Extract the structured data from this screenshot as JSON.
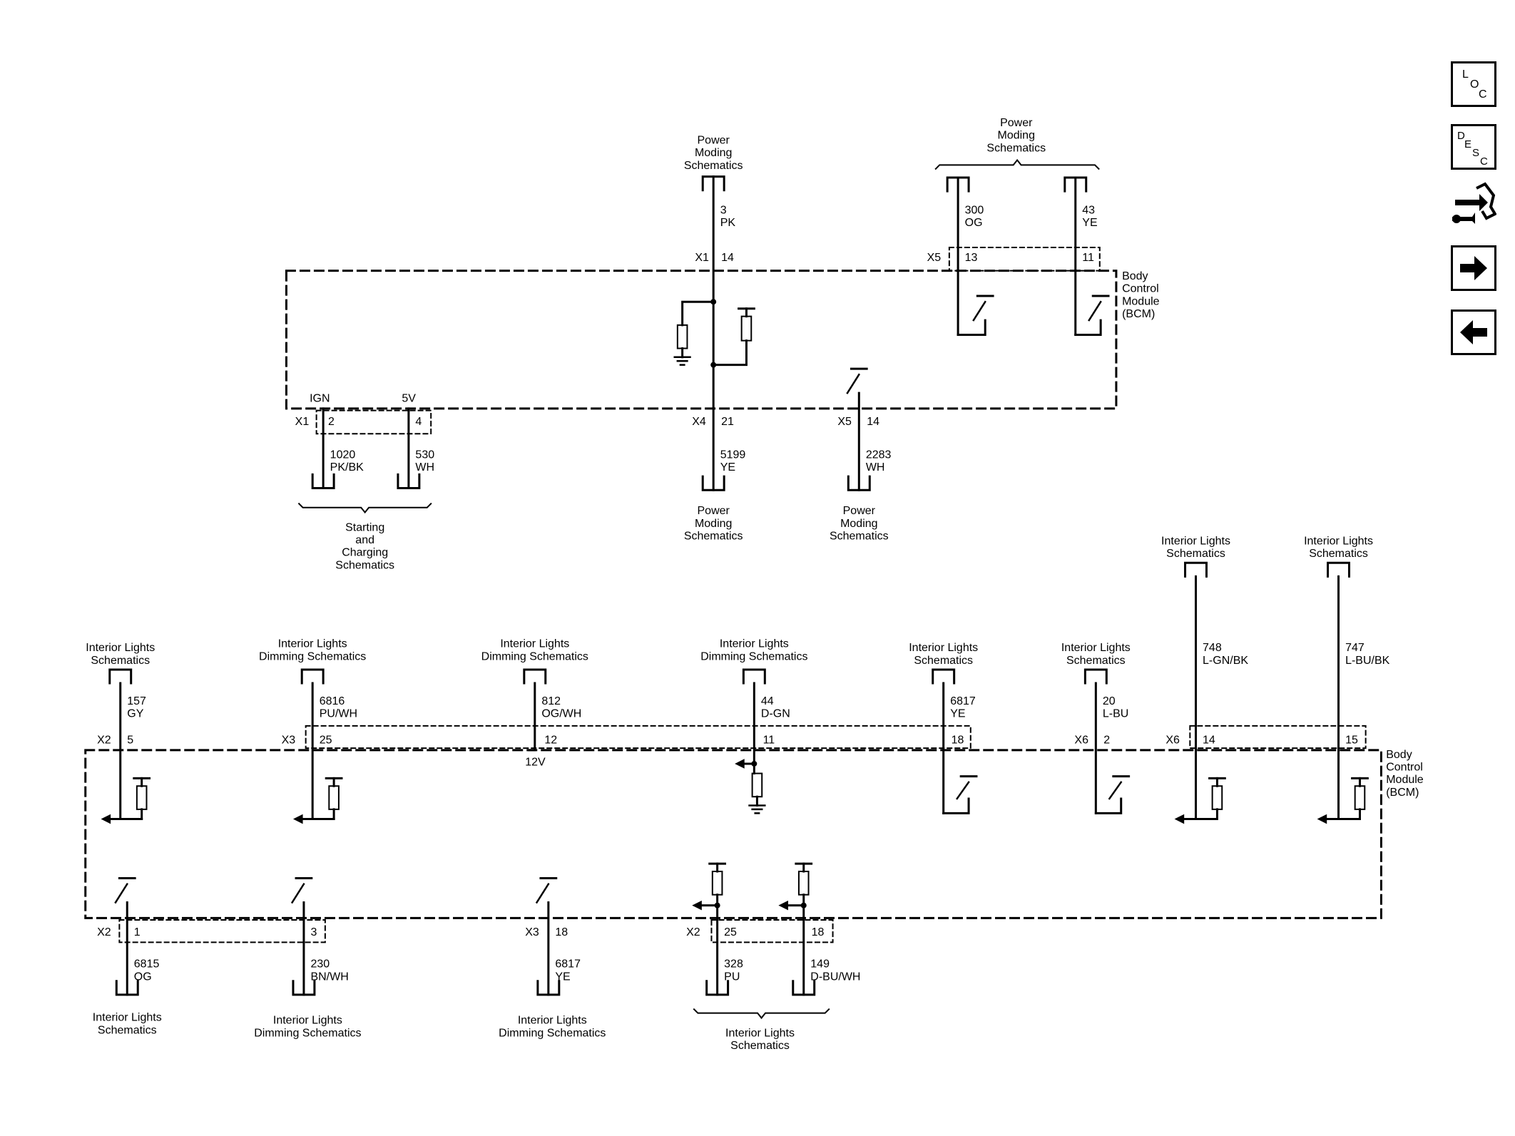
{
  "nav": {
    "loc": [
      "L",
      "O",
      "C"
    ],
    "desc": [
      "D",
      "E",
      "S",
      "C"
    ],
    "icons": [
      "loc-icon",
      "desc-icon",
      "connector-wrench-icon",
      "arrow-right-icon",
      "arrow-left-icon"
    ]
  },
  "top": {
    "pm_top_a": [
      "Power",
      "Moding",
      "Schematics"
    ],
    "pm_top_b": [
      "Power",
      "Moding",
      "Schematics"
    ],
    "w3": [
      "3",
      "PK"
    ],
    "w300": [
      "300",
      "OG"
    ],
    "w43": [
      "43",
      "YE"
    ],
    "x1": "X1",
    "x1_pin": "14",
    "x5": "X5",
    "x5_pin13": "13",
    "x5_pin11": "11",
    "bcm": [
      "Body",
      "Control",
      "Module",
      "(BCM)"
    ],
    "ign": "IGN",
    "v5": "5V",
    "x1b": "X1",
    "x1b_pin2": "2",
    "x1b_pin4": "4",
    "x4": "X4",
    "x4_pin": "21",
    "x5b": "X5",
    "x5b_pin": "14",
    "w1020": [
      "1020",
      "PK/BK"
    ],
    "w530": [
      "530",
      "WH"
    ],
    "w5199": [
      "5199",
      "YE"
    ],
    "w2283": [
      "2283",
      "WH"
    ],
    "start_charge": [
      "Starting",
      "and",
      "Charging",
      "Schematics"
    ],
    "pm_bot_a": [
      "Power",
      "Moding",
      "Schematics"
    ],
    "pm_bot_b": [
      "Power",
      "Moding",
      "Schematics"
    ]
  },
  "bottom": {
    "il_a": [
      "Interior Lights",
      "Schematics"
    ],
    "ild_a": [
      "Interior Lights",
      "Dimming Schematics"
    ],
    "ild_b": [
      "Interior Lights",
      "Dimming Schematics"
    ],
    "ild_c": [
      "Interior Lights",
      "Dimming Schematics"
    ],
    "il_b": [
      "Interior Lights",
      "Schematics"
    ],
    "il_c": [
      "Interior Lights",
      "Schematics"
    ],
    "il_d": [
      "Interior Lights",
      "Schematics"
    ],
    "il_e": [
      "Interior Lights",
      "Schematics"
    ],
    "w157": [
      "157",
      "GY"
    ],
    "w6816": [
      "6816",
      "PU/WH"
    ],
    "w812": [
      "812",
      "OG/WH"
    ],
    "w44": [
      "44",
      "D-GN"
    ],
    "w6817a": [
      "6817",
      "YE"
    ],
    "w20": [
      "20",
      "L-BU"
    ],
    "w748": [
      "748",
      "L-GN/BK"
    ],
    "w747": [
      "747",
      "L-BU/BK"
    ],
    "x2": "X2",
    "p5": "5",
    "x3": "X3",
    "p25": "25",
    "p12": "12",
    "v12": "12V",
    "p11": "11",
    "p18": "18",
    "x6": "X6",
    "p2": "2",
    "x6b": "X6",
    "p14": "14",
    "p15": "15",
    "bcm": [
      "Body",
      "Control",
      "Module",
      "(BCM)"
    ],
    "x2c": "X2",
    "p1": "1",
    "p3": "3",
    "x3c": "X3",
    "p18c": "18",
    "x2d": "X2",
    "p25d": "25",
    "p18d": "18",
    "w6815": [
      "6815",
      "OG"
    ],
    "w230": [
      "230",
      "BN/WH"
    ],
    "w6817b": [
      "6817",
      "YE"
    ],
    "w328": [
      "328",
      "PU"
    ],
    "w149": [
      "149",
      "D-BU/WH"
    ],
    "il_f": [
      "Interior Lights",
      "Schematics"
    ],
    "ild_d": [
      "Interior Lights",
      "Dimming Schematics"
    ],
    "ild_e": [
      "Interior Lights",
      "Dimming Schematics"
    ],
    "il_g": [
      "Interior Lights",
      "Schematics"
    ]
  }
}
